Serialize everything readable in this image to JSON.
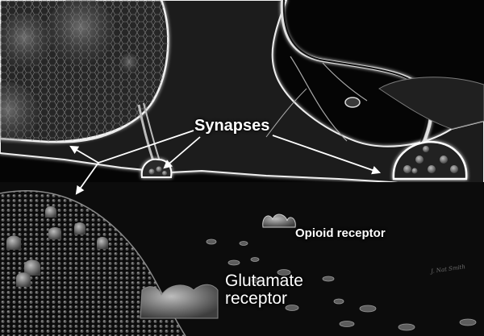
{
  "figure": {
    "labels": {
      "synapses": "Synapses",
      "opioid_receptor": "Opioid receptor",
      "glutamate_line1": "Glutamate",
      "glutamate_line2": "receptor"
    },
    "signature": "J. Nat Smith"
  },
  "colors": {
    "background": "#050505",
    "membrane_glow": "#e8e8e8",
    "arrow": "#ffffff",
    "text": "#ffffff"
  }
}
